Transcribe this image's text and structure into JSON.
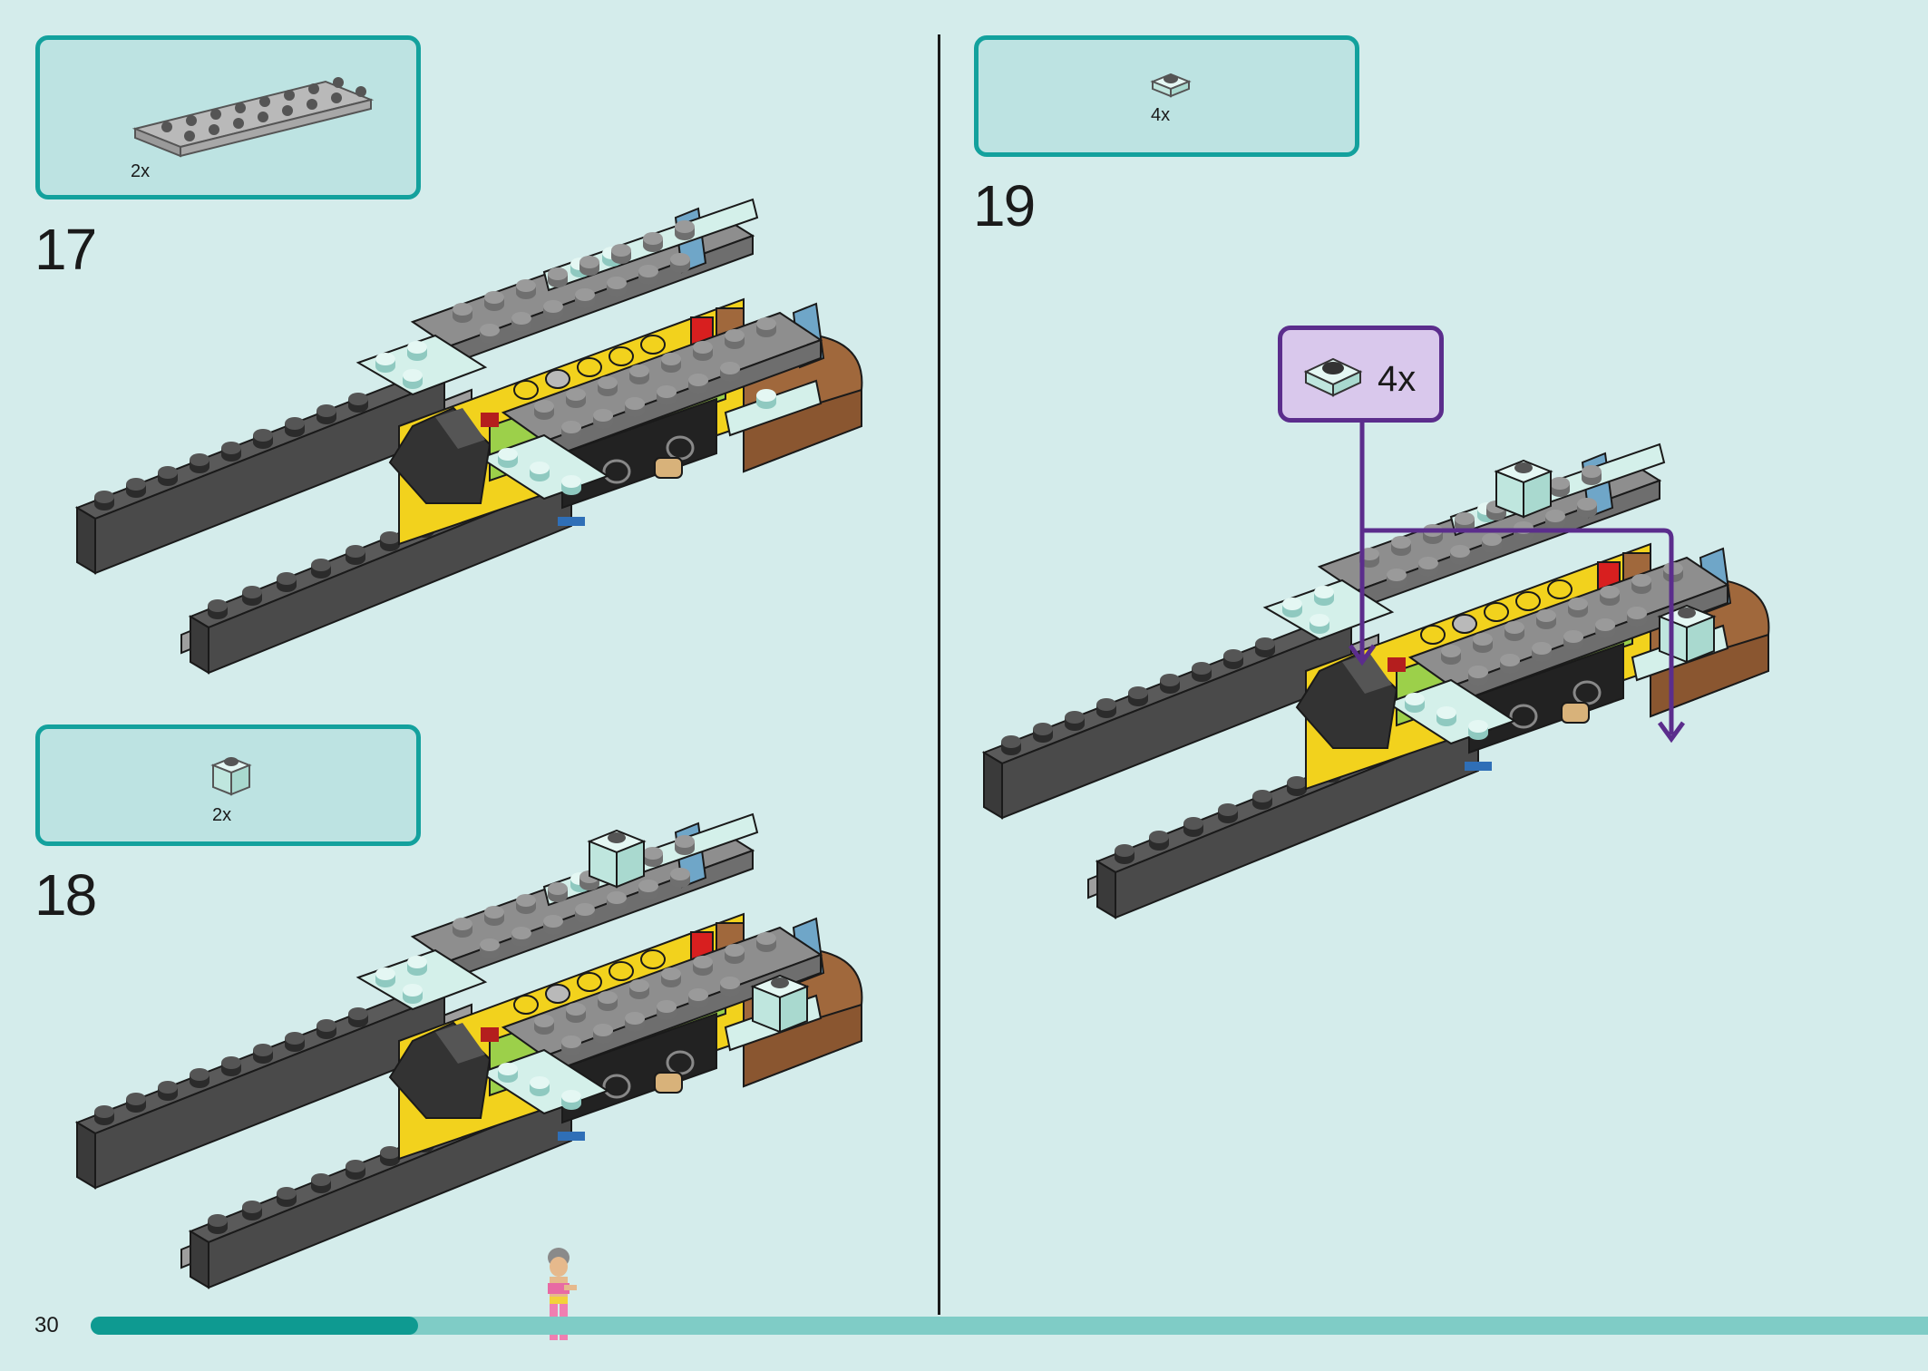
{
  "page": {
    "number": "30"
  },
  "progress": {
    "fraction": 0.178
  },
  "steps": [
    {
      "number": "17",
      "parts": {
        "quantity": "2x",
        "part_icon": "gray-plate-2x8-icon"
      }
    },
    {
      "number": "18",
      "parts": {
        "quantity": "2x",
        "part_icon": "light-aqua-brick-1x1-icon"
      }
    },
    {
      "number": "19",
      "parts": {
        "quantity": "4x",
        "part_icon": "light-aqua-plate-1x1-icon"
      },
      "callout": {
        "quantity": "4x",
        "part_icon": "light-aqua-plate-1x1-icon"
      }
    }
  ],
  "colors": {
    "background": "#d4eceb",
    "parts_box_border": "#13a19d",
    "parts_box_fill": "#bde3e2",
    "callout_border": "#5b2d8c",
    "callout_fill": "#d9c8ec",
    "progress_fill": "#0e9a91",
    "progress_track": "#7fccc6"
  }
}
